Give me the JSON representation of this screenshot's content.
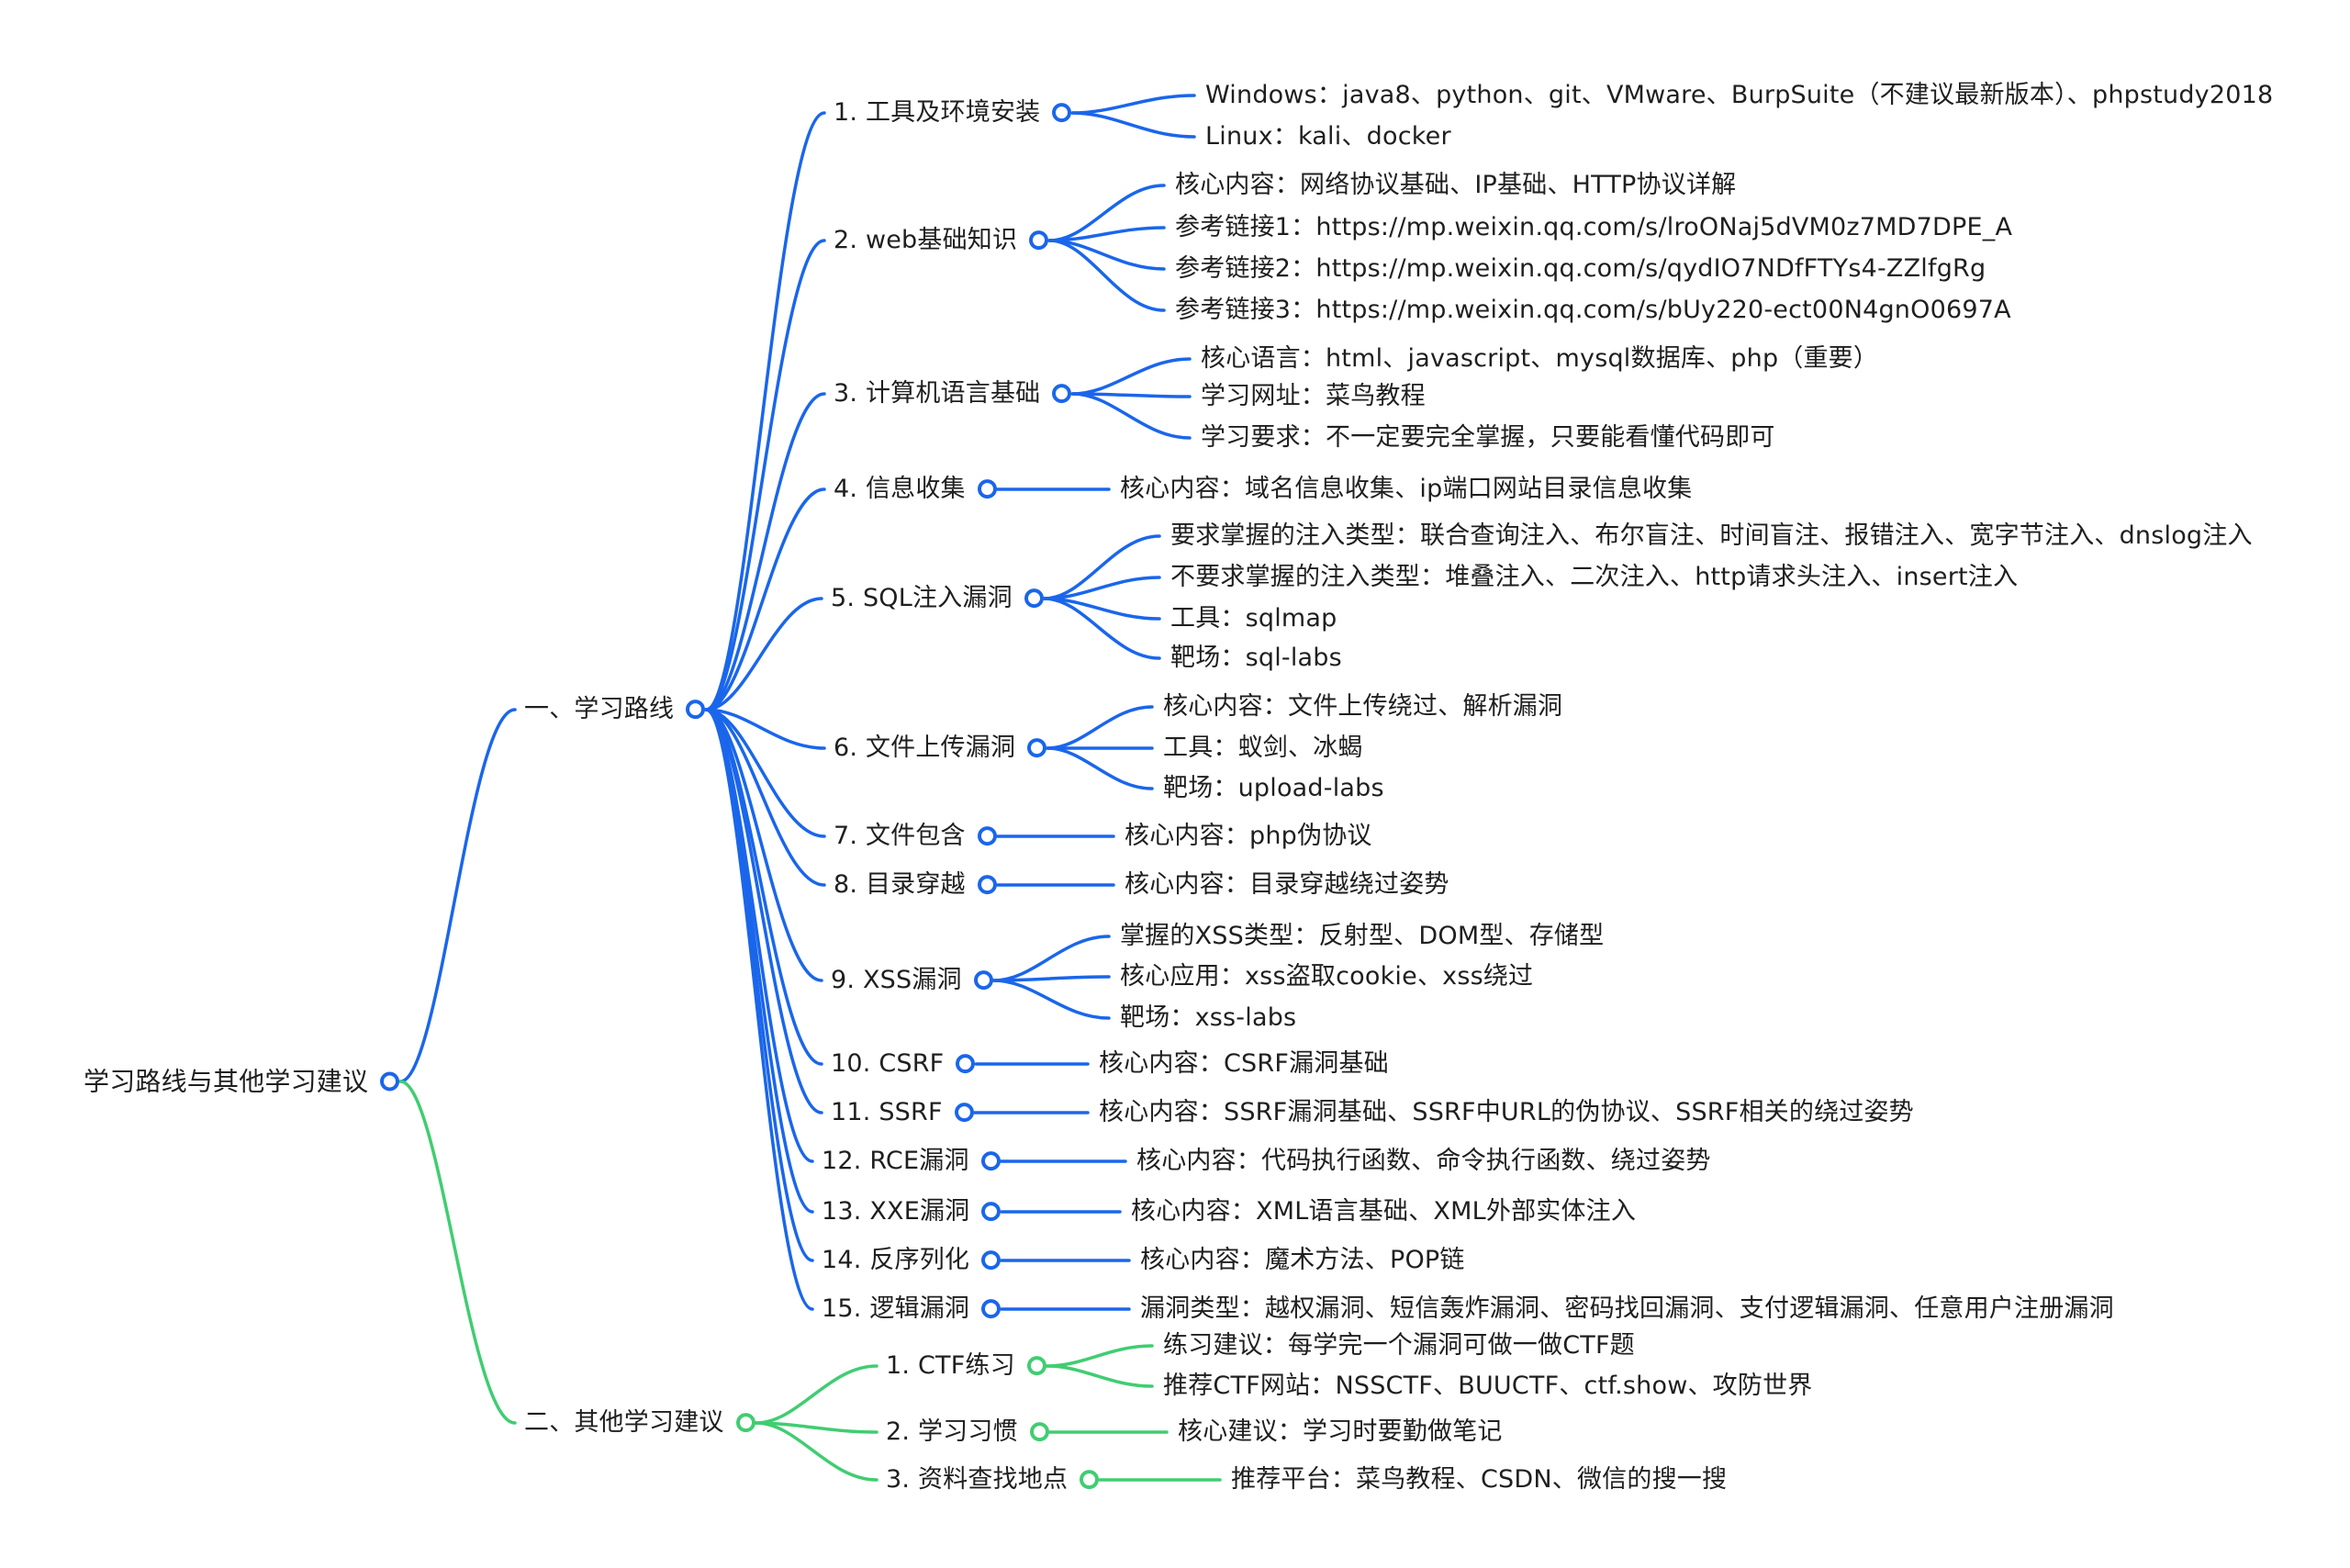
{
  "colors": {
    "branch_blue": "#1A66EB",
    "branch_green": "#40CD71",
    "text": "#1f1f1f",
    "background": "#ffffff"
  },
  "root": {
    "label": "学习路线与其他学习建议"
  },
  "branches": [
    {
      "label": "一、学习路线",
      "color": "#1A66EB",
      "children": [
        {
          "label": "1. 工具及环境安装",
          "leaves": [
            "Windows：java8、python、git、VMware、BurpSuite（不建议最新版本）、phpstudy2018",
            "Linux：kali、docker"
          ]
        },
        {
          "label": "2. web基础知识",
          "leaves": [
            "核心内容：网络协议基础、IP基础、HTTP协议详解",
            "参考链接1：https://mp.weixin.qq.com/s/lroONaj5dVM0z7MD7DPE_A",
            "参考链接2：https://mp.weixin.qq.com/s/qydIO7NDfFTYs4-ZZlfgRg",
            "参考链接3：https://mp.weixin.qq.com/s/bUy220-ect00N4gnO0697A"
          ]
        },
        {
          "label": "3. 计算机语言基础",
          "leaves": [
            "核心语言：html、javascript、mysql数据库、php（重要）",
            "学习网址：菜鸟教程",
            "学习要求：不一定要完全掌握，只要能看懂代码即可"
          ]
        },
        {
          "label": "4. 信息收集",
          "leaves": [
            "核心内容：域名信息收集、ip端口网站目录信息收集"
          ]
        },
        {
          "label": "5. SQL注入漏洞",
          "leaves": [
            "要求掌握的注入类型：联合查询注入、布尔盲注、时间盲注、报错注入、宽字节注入、dnslog注入",
            "不要求掌握的注入类型：堆叠注入、二次注入、http请求头注入、insert注入",
            "工具：sqlmap",
            "靶场：sql-labs"
          ]
        },
        {
          "label": "6. 文件上传漏洞",
          "leaves": [
            "核心内容：文件上传绕过、解析漏洞",
            "工具：蚁剑、冰蝎",
            "靶场：upload-labs"
          ]
        },
        {
          "label": "7. 文件包含",
          "leaves": [
            "核心内容：php伪协议"
          ]
        },
        {
          "label": "8. 目录穿越",
          "leaves": [
            "核心内容：目录穿越绕过姿势"
          ]
        },
        {
          "label": "9. XSS漏洞",
          "leaves": [
            "掌握的XSS类型：反射型、DOM型、存储型",
            "核心应用：xss盗取cookie、xss绕过",
            "靶场：xss-labs"
          ]
        },
        {
          "label": "10. CSRF",
          "leaves": [
            "核心内容：CSRF漏洞基础"
          ]
        },
        {
          "label": "11. SSRF",
          "leaves": [
            "核心内容：SSRF漏洞基础、SSRF中URL的伪协议、SSRF相关的绕过姿势"
          ]
        },
        {
          "label": "12. RCE漏洞",
          "leaves": [
            "核心内容：代码执行函数、命令执行函数、绕过姿势"
          ]
        },
        {
          "label": "13. XXE漏洞",
          "leaves": [
            "核心内容：XML语言基础、XML外部实体注入"
          ]
        },
        {
          "label": "14. 反序列化",
          "leaves": [
            "核心内容：魔术方法、POP链"
          ]
        },
        {
          "label": "15. 逻辑漏洞",
          "leaves": [
            "漏洞类型：越权漏洞、短信轰炸漏洞、密码找回漏洞、支付逻辑漏洞、任意用户注册漏洞"
          ]
        }
      ]
    },
    {
      "label": "二、其他学习建议",
      "color": "#40CD71",
      "children": [
        {
          "label": "1. CTF练习",
          "leaves": [
            "练习建议：每学完一个漏洞可做一做CTF题",
            "推荐CTF网站：NSSCTF、BUUCTF、ctf.show、攻防世界"
          ]
        },
        {
          "label": "2. 学习习惯",
          "leaves": [
            "核心建议：学习时要勤做笔记"
          ]
        },
        {
          "label": "3. 资料查找地点",
          "leaves": [
            "推荐平台：菜鸟教程、CSDN、微信的搜一搜"
          ]
        }
      ]
    }
  ]
}
